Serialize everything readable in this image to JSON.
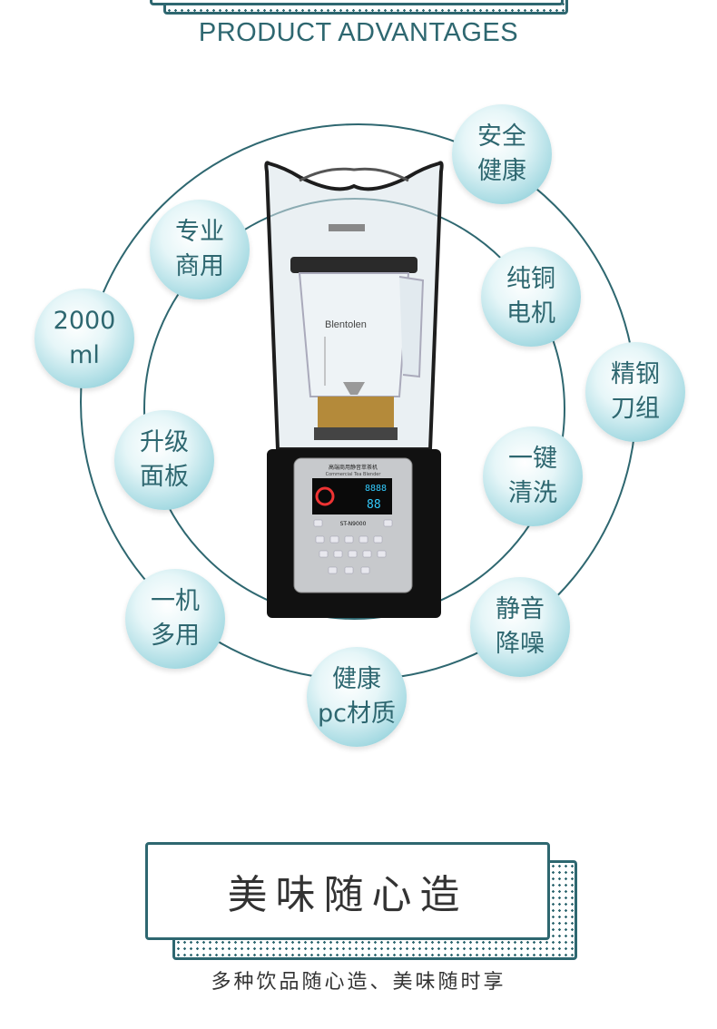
{
  "header": {
    "title": "PRODUCT ADVANTAGES"
  },
  "product": {
    "brand": "Blentolen",
    "panel_title": "高端商用静音萃茶机",
    "panel_subtitle": "Commercial Tea Blender",
    "model": "ST-N9000",
    "display_digits": "8888",
    "display_digits_2": "88"
  },
  "features": [
    {
      "line1": "安全",
      "line2": "健康"
    },
    {
      "line1": "专业",
      "line2": "商用"
    },
    {
      "line1": "纯铜",
      "line2": "电机"
    },
    {
      "line1": "2000",
      "line2": "ml"
    },
    {
      "line1": "精钢",
      "line2": "刀组"
    },
    {
      "line1": "升级",
      "line2": "面板"
    },
    {
      "line1": "一键",
      "line2": "清洗"
    },
    {
      "line1": "一机",
      "line2": "多用"
    },
    {
      "line1": "静音",
      "line2": "降噪"
    },
    {
      "line1": "健康",
      "line2": "pc材质"
    }
  ],
  "footer": {
    "title": "美味随心造",
    "subtitle": "多种饮品随心造、美味随时享"
  },
  "colors": {
    "teal": "#2e6770",
    "bubble": "#8fd0da"
  }
}
